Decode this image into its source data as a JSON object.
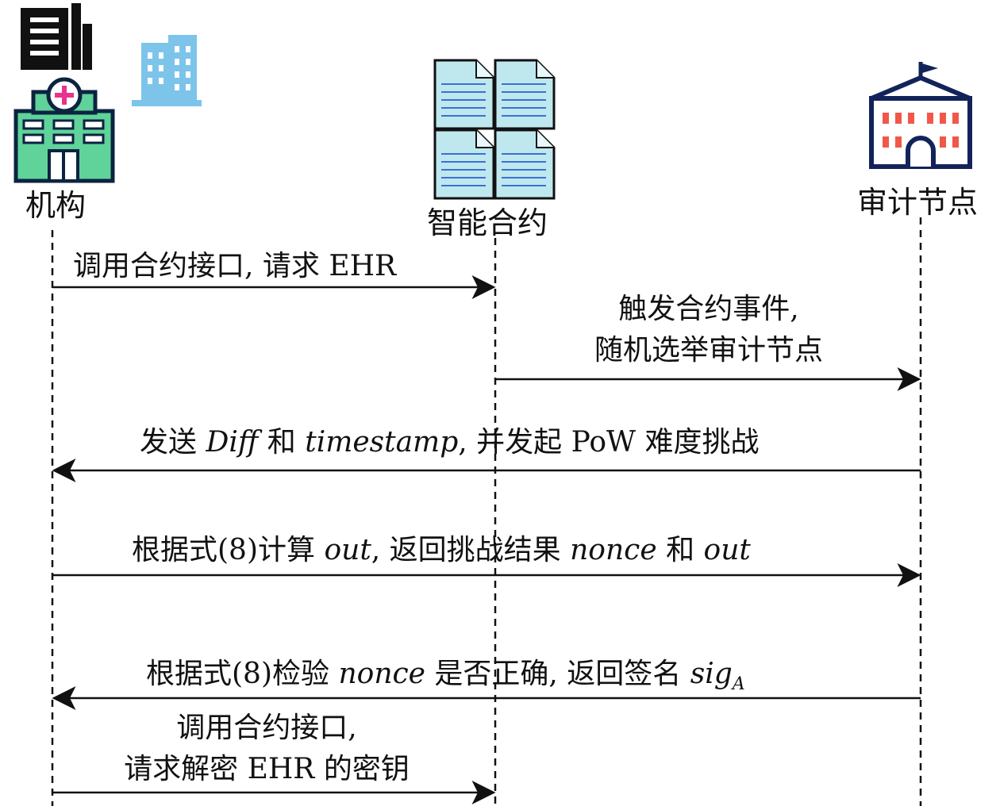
{
  "participants": {
    "institution": "机构",
    "contract": "智能合约",
    "auditor": "审计节点"
  },
  "messages": [
    {
      "parts": [
        "调用合约接口, 请求 EHR"
      ],
      "from": "institution",
      "to": "contract"
    },
    {
      "line1": "触发合约事件,",
      "line2": "随机选举审计节点",
      "from": "contract",
      "to": "auditor"
    },
    {
      "pre": "发送 ",
      "diff": "Diff",
      "mid": " 和 ",
      "ts": "timestamp",
      "post": ", 并发起 PoW 难度挑战",
      "from": "auditor",
      "to": "institution"
    },
    {
      "pre": "根据式(8)计算 ",
      "out1": "out",
      "mid": ", 返回挑战结果 ",
      "nonce": "nonce",
      "mid2": " 和 ",
      "out2": "out",
      "from": "institution",
      "to": "auditor"
    },
    {
      "pre": "根据式(8)检验 ",
      "nonce": "nonce",
      "mid": " 是否正确, 返回签名 ",
      "sig": "sig",
      "sub": "A",
      "from": "auditor",
      "to": "institution"
    },
    {
      "line1": "调用合约接口,",
      "line2": "请求解密 EHR 的密钥",
      "from": "institution",
      "to": "contract"
    }
  ],
  "colors": {
    "hospital_green": "#5fd39a",
    "hospital_dark": "#0c2340",
    "hospital_cross": "#e8338e",
    "building_blue": "#7cc4ea",
    "document_teal": "#bfe8ee",
    "document_line": "#3a6fd8",
    "court_navy": "#13235a",
    "court_red": "#f0584a"
  },
  "icons": [
    "office-building-icon",
    "hospital-icon",
    "city-building-icon",
    "document-stack-icon",
    "government-building-icon"
  ]
}
